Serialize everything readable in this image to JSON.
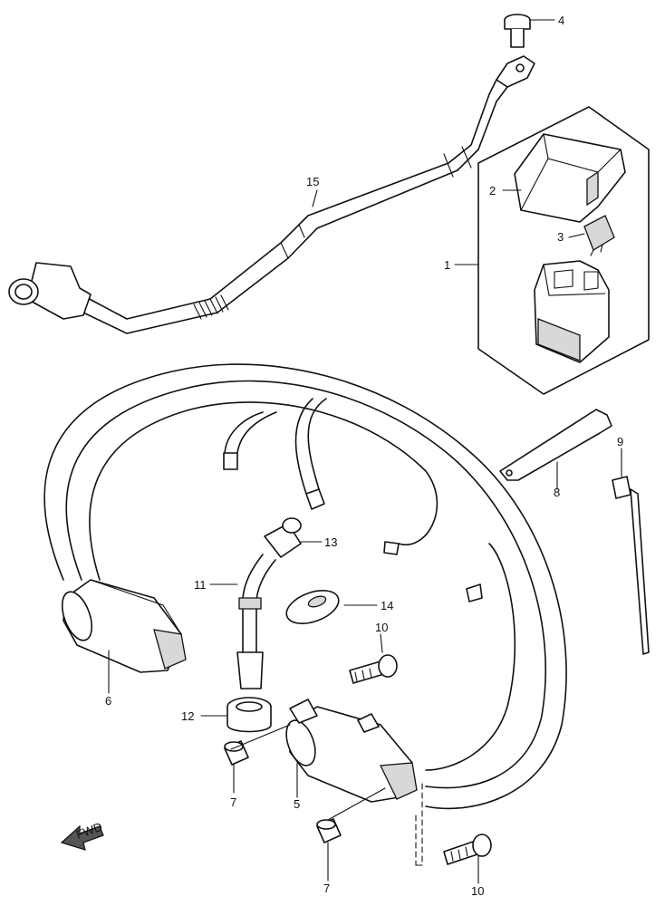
{
  "callouts": {
    "c1": "1",
    "c2": "2",
    "c3": "3",
    "c4": "4",
    "c5": "5",
    "c6": "6",
    "c7a": "7",
    "c7b": "7",
    "c8": "8",
    "c9": "9",
    "c10a": "10",
    "c10b": "10",
    "c11": "11",
    "c12": "12",
    "c13": "13",
    "c14": "14",
    "c15": "15"
  },
  "fwd_label": "FWD"
}
